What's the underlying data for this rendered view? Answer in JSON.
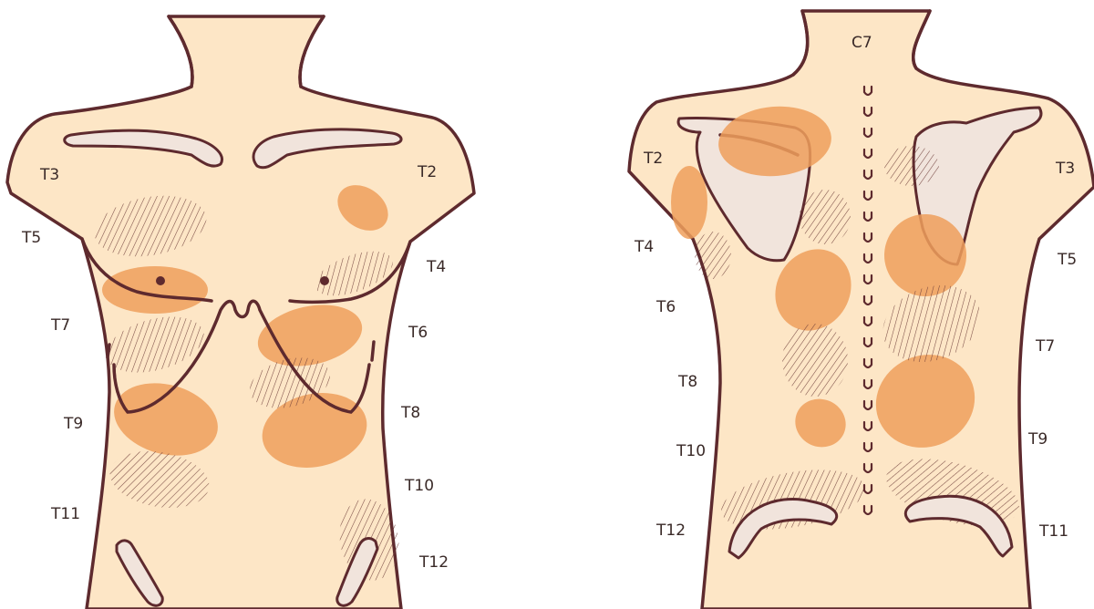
{
  "front_view": {
    "labels": {
      "t3": "T3",
      "t2": "T2",
      "t5": "T5",
      "t4": "T4",
      "t7": "T7",
      "t6": "T6",
      "t9": "T9",
      "t8": "T8",
      "t10": "T10",
      "t11": "T11",
      "t12": "T12"
    }
  },
  "back_view": {
    "labels": {
      "c7": "C7",
      "t2": "T2",
      "t3": "T3",
      "t4": "T4",
      "t5": "T5",
      "t6": "T6",
      "t7": "T7",
      "t8": "T8",
      "t9": "T9",
      "t10": "T10",
      "t11": "T11",
      "t12": "T12"
    },
    "vertebra_glyph": "U",
    "vertebra_count": 21
  },
  "colors": {
    "skin": "#fde6c6",
    "outline": "#5e2a2e",
    "bone": "#f1e4dc",
    "pain_zone": "#ee9f5c"
  }
}
